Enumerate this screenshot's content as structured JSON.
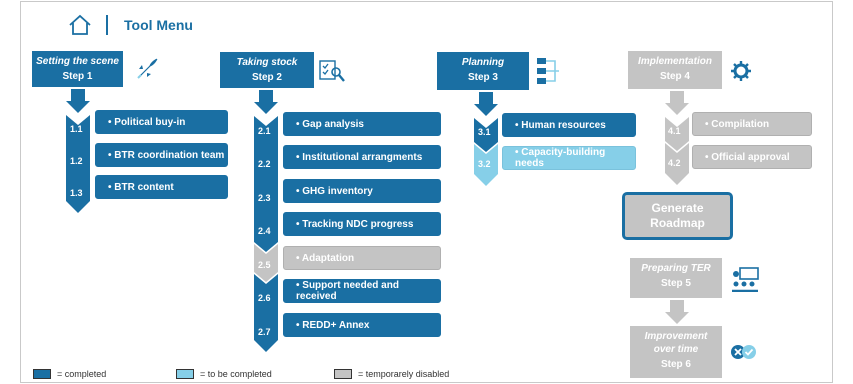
{
  "header": {
    "title": "Tool Menu"
  },
  "colors": {
    "completed": "#1a6fa3",
    "to_be_completed": "#86cfe8",
    "disabled": "#c4c4c4"
  },
  "steps": [
    {
      "name": "Setting the scene",
      "label": "Step 1",
      "status": "completed",
      "items": [
        {
          "num": "1.1",
          "label": "• Political buy-in",
          "status": "completed"
        },
        {
          "num": "1.2",
          "label": "• BTR coordination team",
          "status": "completed"
        },
        {
          "num": "1.3",
          "label": "• BTR content",
          "status": "completed"
        }
      ]
    },
    {
      "name": "Taking stock",
      "label": "Step 2",
      "status": "completed",
      "items": [
        {
          "num": "2.1",
          "label": "• Gap analysis",
          "status": "completed"
        },
        {
          "num": "2.2",
          "label": "• Institutional arrangments",
          "status": "completed"
        },
        {
          "num": "2.3",
          "label": "• GHG inventory",
          "status": "completed"
        },
        {
          "num": "2.4",
          "label": "• Tracking NDC progress",
          "status": "completed"
        },
        {
          "num": "2.5",
          "label": "• Adaptation",
          "status": "disabled"
        },
        {
          "num": "2.6",
          "label": "• Support needed and received",
          "status": "completed"
        },
        {
          "num": "2.7",
          "label": "• REDD+ Annex",
          "status": "completed"
        }
      ]
    },
    {
      "name": "Planning",
      "label": "Step 3",
      "status": "completed",
      "items": [
        {
          "num": "3.1",
          "label": "• Human resources",
          "status": "completed"
        },
        {
          "num": "3.2",
          "label": "• Capacity-building needs",
          "status": "to_be_completed"
        }
      ]
    },
    {
      "name": "Implementation",
      "label": "Step 4",
      "status": "disabled",
      "items": [
        {
          "num": "4.1",
          "label": "• Compilation",
          "status": "disabled"
        },
        {
          "num": "4.2",
          "label": "• Official approval",
          "status": "disabled"
        }
      ]
    },
    {
      "name": "Preparing TER",
      "label": "Step 5",
      "status": "disabled",
      "items": []
    },
    {
      "name": "Improvement over time",
      "label": "Step 6",
      "status": "disabled",
      "items": []
    }
  ],
  "roadmap_button": {
    "line1": "Generate",
    "line2": "Roadmap"
  },
  "legend": [
    {
      "label": "= completed",
      "status": "completed"
    },
    {
      "label": "= to be completed",
      "status": "to_be_completed"
    },
    {
      "label": "= temporarely disabled",
      "status": "disabled"
    }
  ],
  "icons": [
    "home-icon",
    "rocket-icon",
    "checklist-magnifier-icon",
    "flowchart-icon",
    "gear-icon",
    "presentation-icon",
    "cross-check-icon"
  ]
}
